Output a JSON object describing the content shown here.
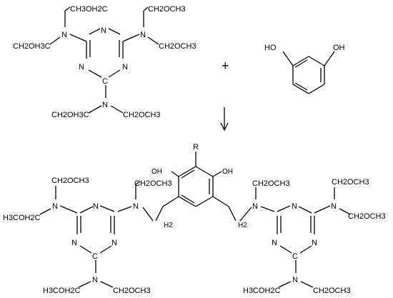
{
  "scheme": {
    "plus": "+",
    "reactant1": {
      "atoms": {
        "n": "N",
        "c": "C"
      },
      "groups": {
        "top_left_up": "CH3OH2C",
        "top_left_side": "CH2OH3C",
        "top_right_up": "CH2OCH3",
        "top_right_side": "CH2OCH3",
        "bottom_left": "CH2OH3C",
        "bottom_right": "CH2OCH3"
      }
    },
    "reactant2": {
      "oh_left": "HO",
      "oh_right": "OH"
    },
    "product": {
      "atoms": {
        "n": "N",
        "c": "C",
        "ch2": "H2"
      },
      "r_group": "R",
      "oh_left": "OH",
      "oh_right": "OH",
      "groups": {
        "left_top": "CH2OCH3",
        "left_side": "H3COH2C",
        "left_linker_up": "CH2OCH3",
        "left_bottom_left": "H3COH2C",
        "left_bottom_right": "CH2OCH3",
        "right_linker_up": "CH2OCH3",
        "right_top": "CH2OCH3",
        "right_side": "CH2OCH3",
        "right_bottom_left": "H3COH2C",
        "right_bottom_right": "CH2OCH3"
      }
    },
    "colors": {
      "ink": "#000000",
      "background": "#ffffff"
    }
  }
}
